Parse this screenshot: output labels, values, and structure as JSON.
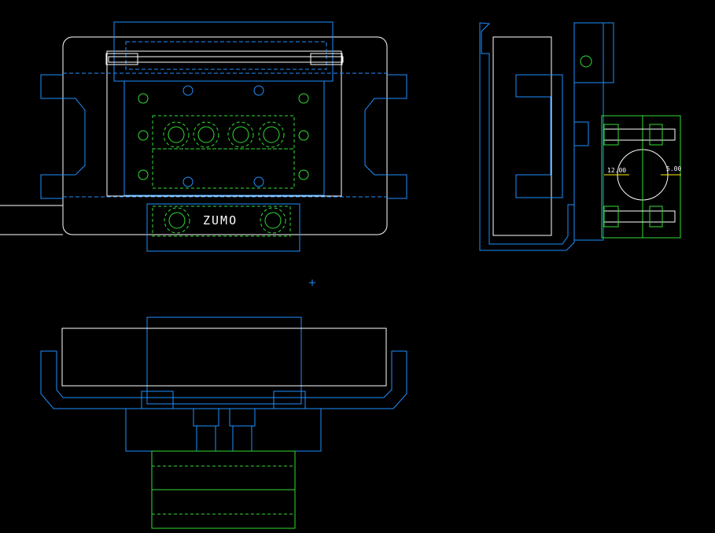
{
  "drawing": {
    "label_zumo": "ZUMO",
    "dim_left": "12.00",
    "dim_right": "5.00"
  },
  "colors": {
    "background": "#000000",
    "outline": "#ffffff",
    "blue_lines": "#1e90ff",
    "green_lines": "#33dd33",
    "dimension": "#ffee00"
  }
}
